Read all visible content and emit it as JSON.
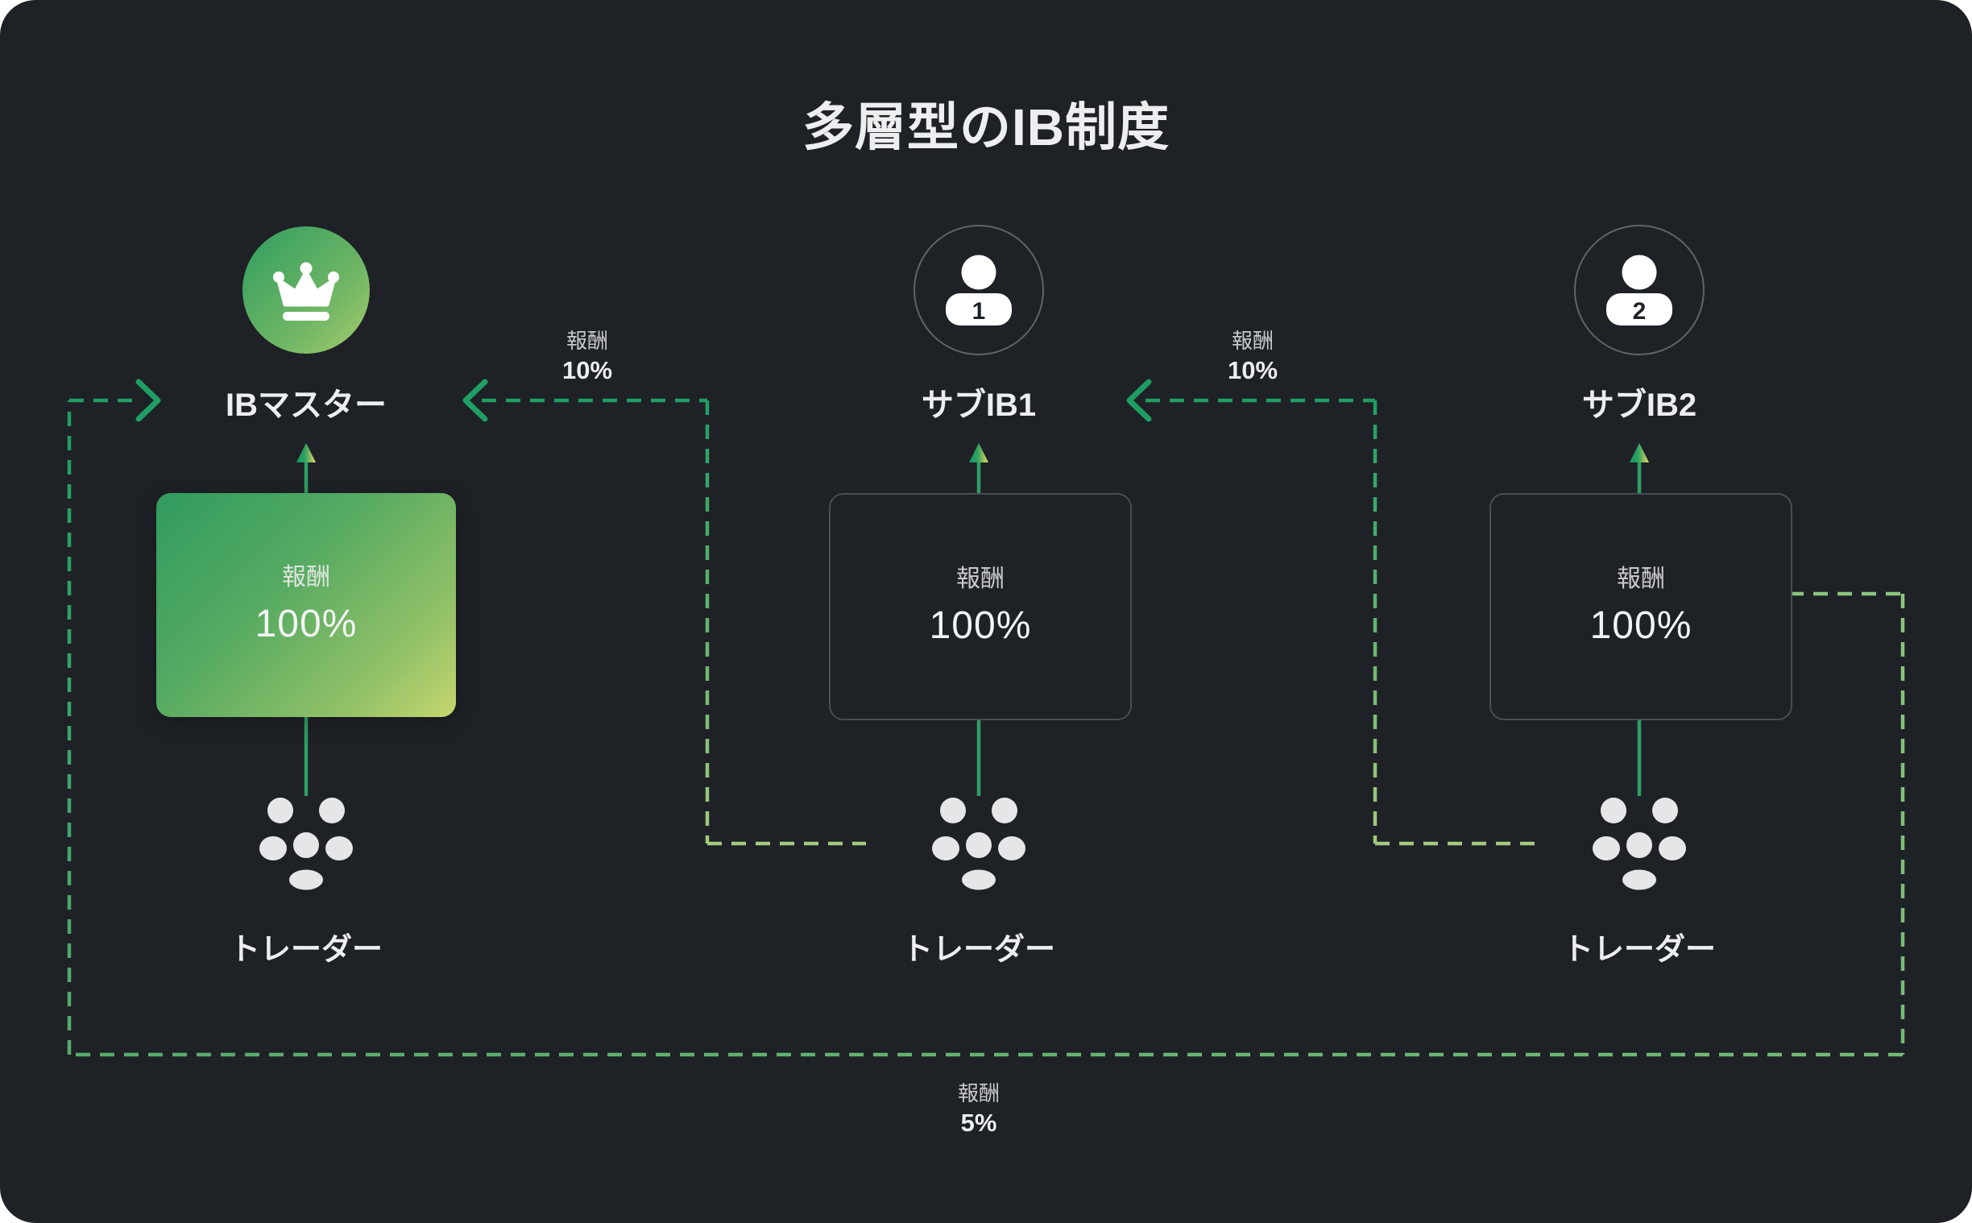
{
  "title": "多層型のIB制度",
  "nodes": [
    {
      "id": "ib-master",
      "label": "IBマスター",
      "icon": "crown-icon",
      "reward_label": "報酬",
      "reward_value": "100%"
    },
    {
      "id": "sub-ib1",
      "label": "サブIB1",
      "icon": "person-icon",
      "badge": "1",
      "reward_label": "報酬",
      "reward_value": "100%"
    },
    {
      "id": "sub-ib2",
      "label": "サブIB2",
      "icon": "person-icon",
      "badge": "2",
      "reward_label": "報酬",
      "reward_value": "100%"
    }
  ],
  "trader_label": "トレーダー",
  "edges": [
    {
      "id": "sub-ib1-traders-to-ib-master",
      "label": "報酬",
      "value": "10%"
    },
    {
      "id": "sub-ib2-traders-to-sub-ib1",
      "label": "報酬",
      "value": "10%"
    },
    {
      "id": "sub-ib2-traders-to-ib-master",
      "label": "報酬",
      "value": "5%"
    }
  ],
  "colors": {
    "background": "#1e2126",
    "solid_green": "#2f9e63",
    "dash_emerald": "#1f9e63",
    "dash_light_green": "#a5c97d",
    "arrow_yellow": "#e9d95f",
    "box_border": "#4b4d53",
    "text_primary": "#eceef0",
    "text_secondary": "#c7c9cd"
  }
}
